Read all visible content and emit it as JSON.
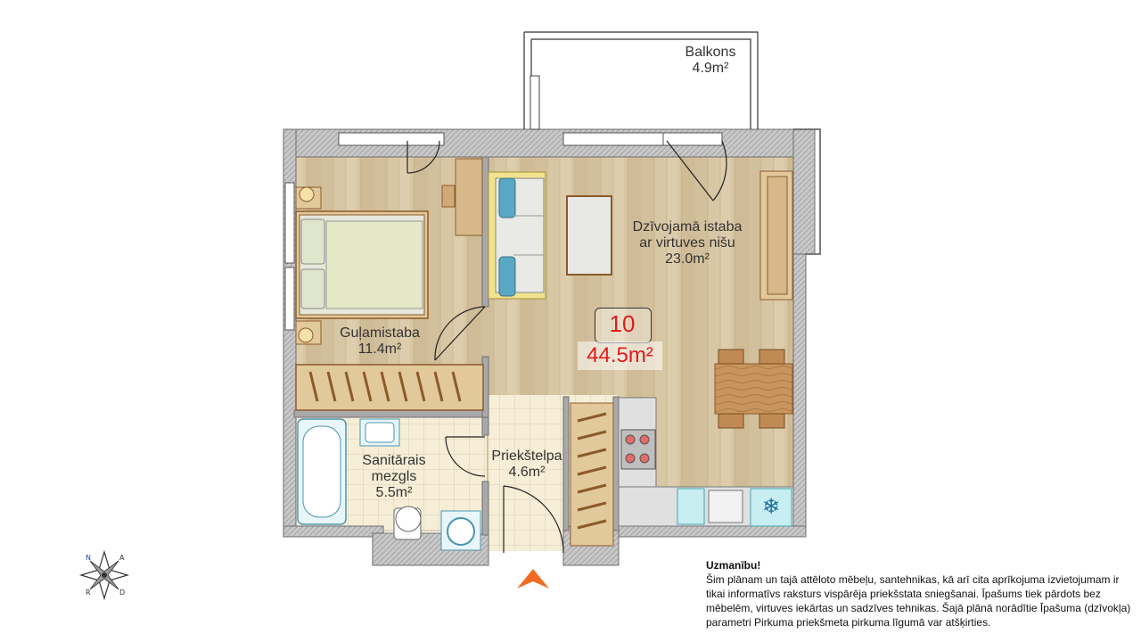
{
  "rooms": {
    "balcony": {
      "name": "Balkons",
      "area": "4.9m²"
    },
    "living": {
      "line1": "Dzīvojamā istaba",
      "line2": "ar virtuves nišu",
      "area": "23.0m²"
    },
    "bedroom": {
      "name": "Guļamistaba",
      "area": "11.4m²"
    },
    "bathroom": {
      "line1": "Sanitārais",
      "line2": "mezgls",
      "area": "5.5m²"
    },
    "hallway": {
      "name": "Priekštelpa",
      "area": "4.6m²"
    }
  },
  "apartment": {
    "number": "10",
    "total_area": "44.5m²"
  },
  "notice": {
    "title": "Uzmanību!",
    "text": "Šim plānam un tajā attēloto mēbeļu, santehnikas, kā arī cita aprīkojuma izvietojumam ir tikai informatīvs raksturs vispārēja priekšstata sniegšanai. Īpašums tiek pārdots bez mēbelēm, virtuves iekārtas un sadzīves tehnikas. Šajā plānā norādītie Īpašuma (dzīvokļa) parametri Pirkuma priekšmeta pirkuma līgumā var atšķirties."
  },
  "compass": {
    "letters": [
      "N",
      "A",
      "D",
      "R"
    ]
  },
  "colors": {
    "wall": "#b9b9b9",
    "floor_wood": "#d8c7a4",
    "tile": "#f4ecd2",
    "furniture": "#c98a55",
    "accent_text": "#e01b1b",
    "entrance_arrow": "#f26a21"
  }
}
